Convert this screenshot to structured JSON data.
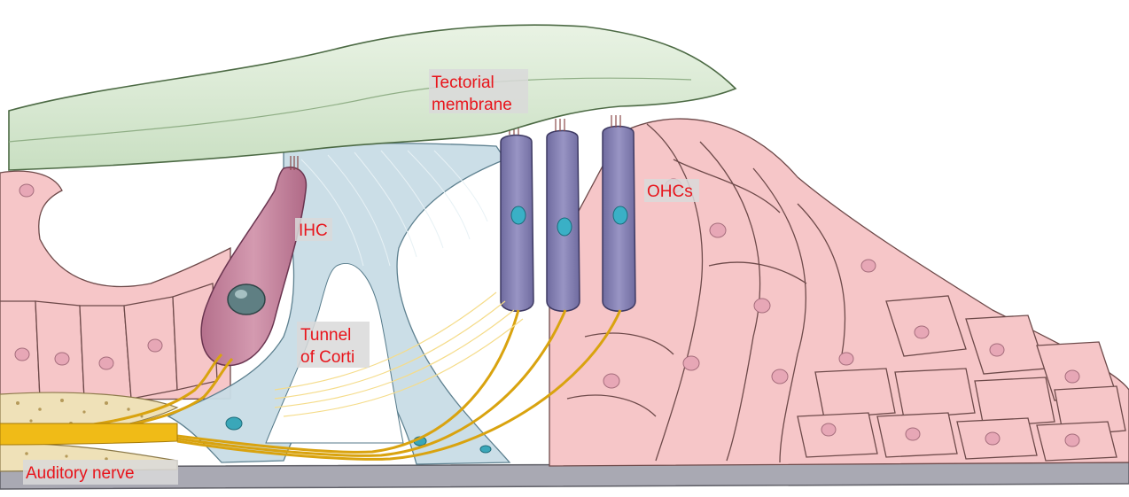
{
  "labels": {
    "tectorial_line1": "Tectorial",
    "tectorial_line2": "membrane",
    "ihc": "IHC",
    "ohcs": "OHCs",
    "tunnel_line1": "Tunnel",
    "tunnel_line2": "of Corti",
    "auditory_nerve": "Auditory nerve"
  },
  "colors": {
    "label_text": "#e8141b",
    "label_background": "#d9d9d9",
    "tectorial_membrane": "#d7e8d2",
    "support_cells": "#f6c6c8",
    "inner_hair_cell": "#c98aa0",
    "outer_hair_cells": "#8a86b4",
    "nerve_fibers": "#f0bb17",
    "basilar_membrane": "#a9a9b3",
    "pillar_cells": "#c9dde6",
    "bone": "#efe1b8"
  },
  "icons": {
    "diagram": "organ-of-corti-illustration"
  }
}
